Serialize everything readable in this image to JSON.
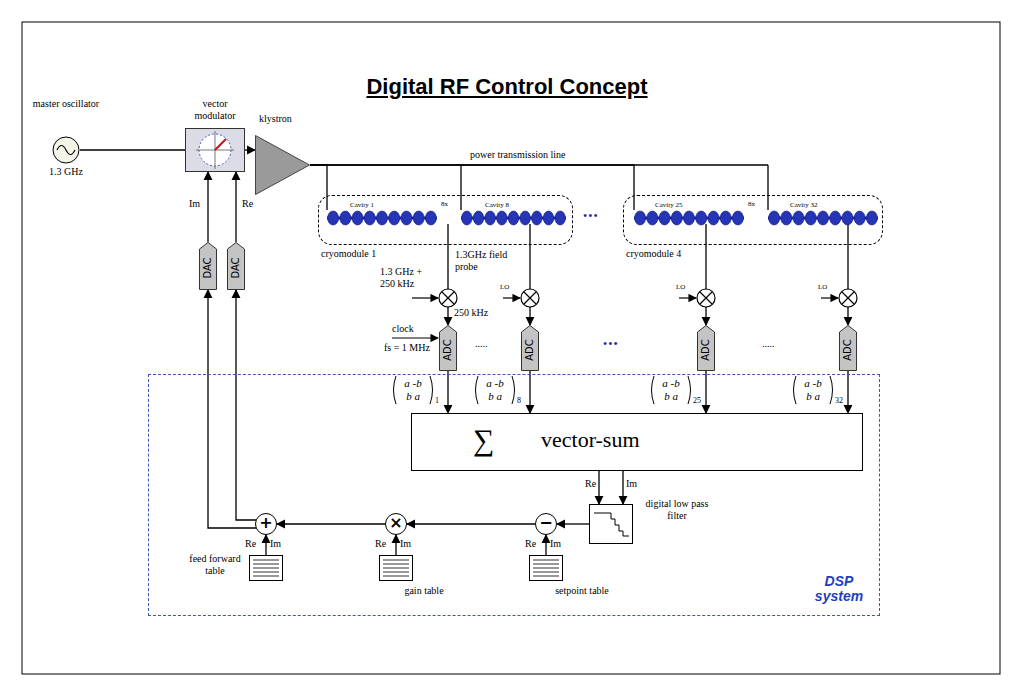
{
  "diagram": {
    "title": "Digital RF Control Concept",
    "nodes": [
      {
        "text": [
          "master oscillator",
          "1.3 GHz"
        ]
      },
      {
        "text": [
          "vector modulator"
        ]
      },
      {
        "text": [
          "klystron"
        ]
      },
      {
        "text": [
          "cryomodule 1"
        ]
      },
      {
        "text": [
          "cryomodule 4"
        ]
      },
      {
        "text": [
          "DAC"
        ]
      },
      {
        "text": [
          "DAC"
        ]
      },
      {
        "text": [
          "ADC"
        ]
      },
      {
        "text": [
          "ADC"
        ]
      },
      {
        "text": [
          "ADC"
        ]
      },
      {
        "text": [
          "ADC"
        ]
      },
      {
        "text": [
          "DSP system"
        ]
      },
      {
        "text": [
          "∑",
          "vector-sum"
        ],
        "in": 11
      },
      {
        "text": [
          "digital low pass filter"
        ],
        "in": 11
      },
      {
        "text": [
          "+"
        ],
        "in": 11
      },
      {
        "text": [
          "×"
        ],
        "in": 11
      },
      {
        "text": [
          "−"
        ],
        "in": 11
      },
      {
        "text": [
          "feed forward table"
        ],
        "in": 11
      },
      {
        "text": [
          "gain table"
        ],
        "in": 11
      },
      {
        "text": [
          "setpoint table"
        ],
        "in": 11
      }
    ],
    "edges": [
      {
        "from": 0,
        "to": 1,
        "arrow": "none"
      },
      {
        "from": 1,
        "to": 2,
        "arrow": "to"
      },
      {
        "from": 2,
        "to": 3,
        "arrow": "none"
      },
      {
        "from": 2,
        "to": 4,
        "arrow": "none"
      },
      {
        "from": 3,
        "to": 7,
        "arrow": "to"
      },
      {
        "from": 3,
        "to": 8,
        "arrow": "to"
      },
      {
        "from": 4,
        "to": 9,
        "arrow": "to"
      },
      {
        "from": 4,
        "to": 10,
        "arrow": "to"
      },
      {
        "from": 7,
        "to": 12,
        "arrow": "to"
      },
      {
        "from": 8,
        "to": 12,
        "arrow": "to"
      },
      {
        "from": 9,
        "to": 12,
        "arrow": "to"
      },
      {
        "from": 10,
        "to": 12,
        "arrow": "to"
      },
      {
        "from": 12,
        "to": 13,
        "arrow": "to",
        "label": "Re"
      },
      {
        "from": 12,
        "to": 13,
        "arrow": "to",
        "label": "Im"
      },
      {
        "from": 13,
        "to": 16,
        "arrow": "to"
      },
      {
        "from": 16,
        "to": 15,
        "arrow": "to"
      },
      {
        "from": 15,
        "to": 14,
        "arrow": "to"
      },
      {
        "from": 19,
        "to": 16,
        "arrow": "to"
      },
      {
        "from": 18,
        "to": 15,
        "arrow": "to"
      },
      {
        "from": 17,
        "to": 14,
        "arrow": "to"
      },
      {
        "from": 14,
        "to": 5,
        "arrow": "to"
      },
      {
        "from": 14,
        "to": 6,
        "arrow": "to"
      },
      {
        "from": 5,
        "to": 1,
        "arrow": "to",
        "label": "Im"
      },
      {
        "from": 6,
        "to": 1,
        "arrow": "to",
        "label": "Re"
      }
    ],
    "labels": [
      "power transmission line",
      "Cavity 1",
      "8x",
      "Cavity 8",
      "•••",
      "Cavity 25",
      "8x",
      "Cavity 32",
      "1.3GHz field probe",
      "1.3 GHz + 250 kHz",
      "LO",
      "250 kHz",
      "clock",
      "fs = 1 MHz",
      ".....",
      "•••",
      "LO",
      ".....",
      "LO",
      "a -b",
      "b a",
      "1",
      "a -b",
      "b a",
      "8",
      "a -b",
      "b a",
      "25",
      "a -b",
      "b a",
      "32",
      "Re",
      "Im",
      "Re",
      "Im",
      "Re",
      "Im"
    ]
  }
}
